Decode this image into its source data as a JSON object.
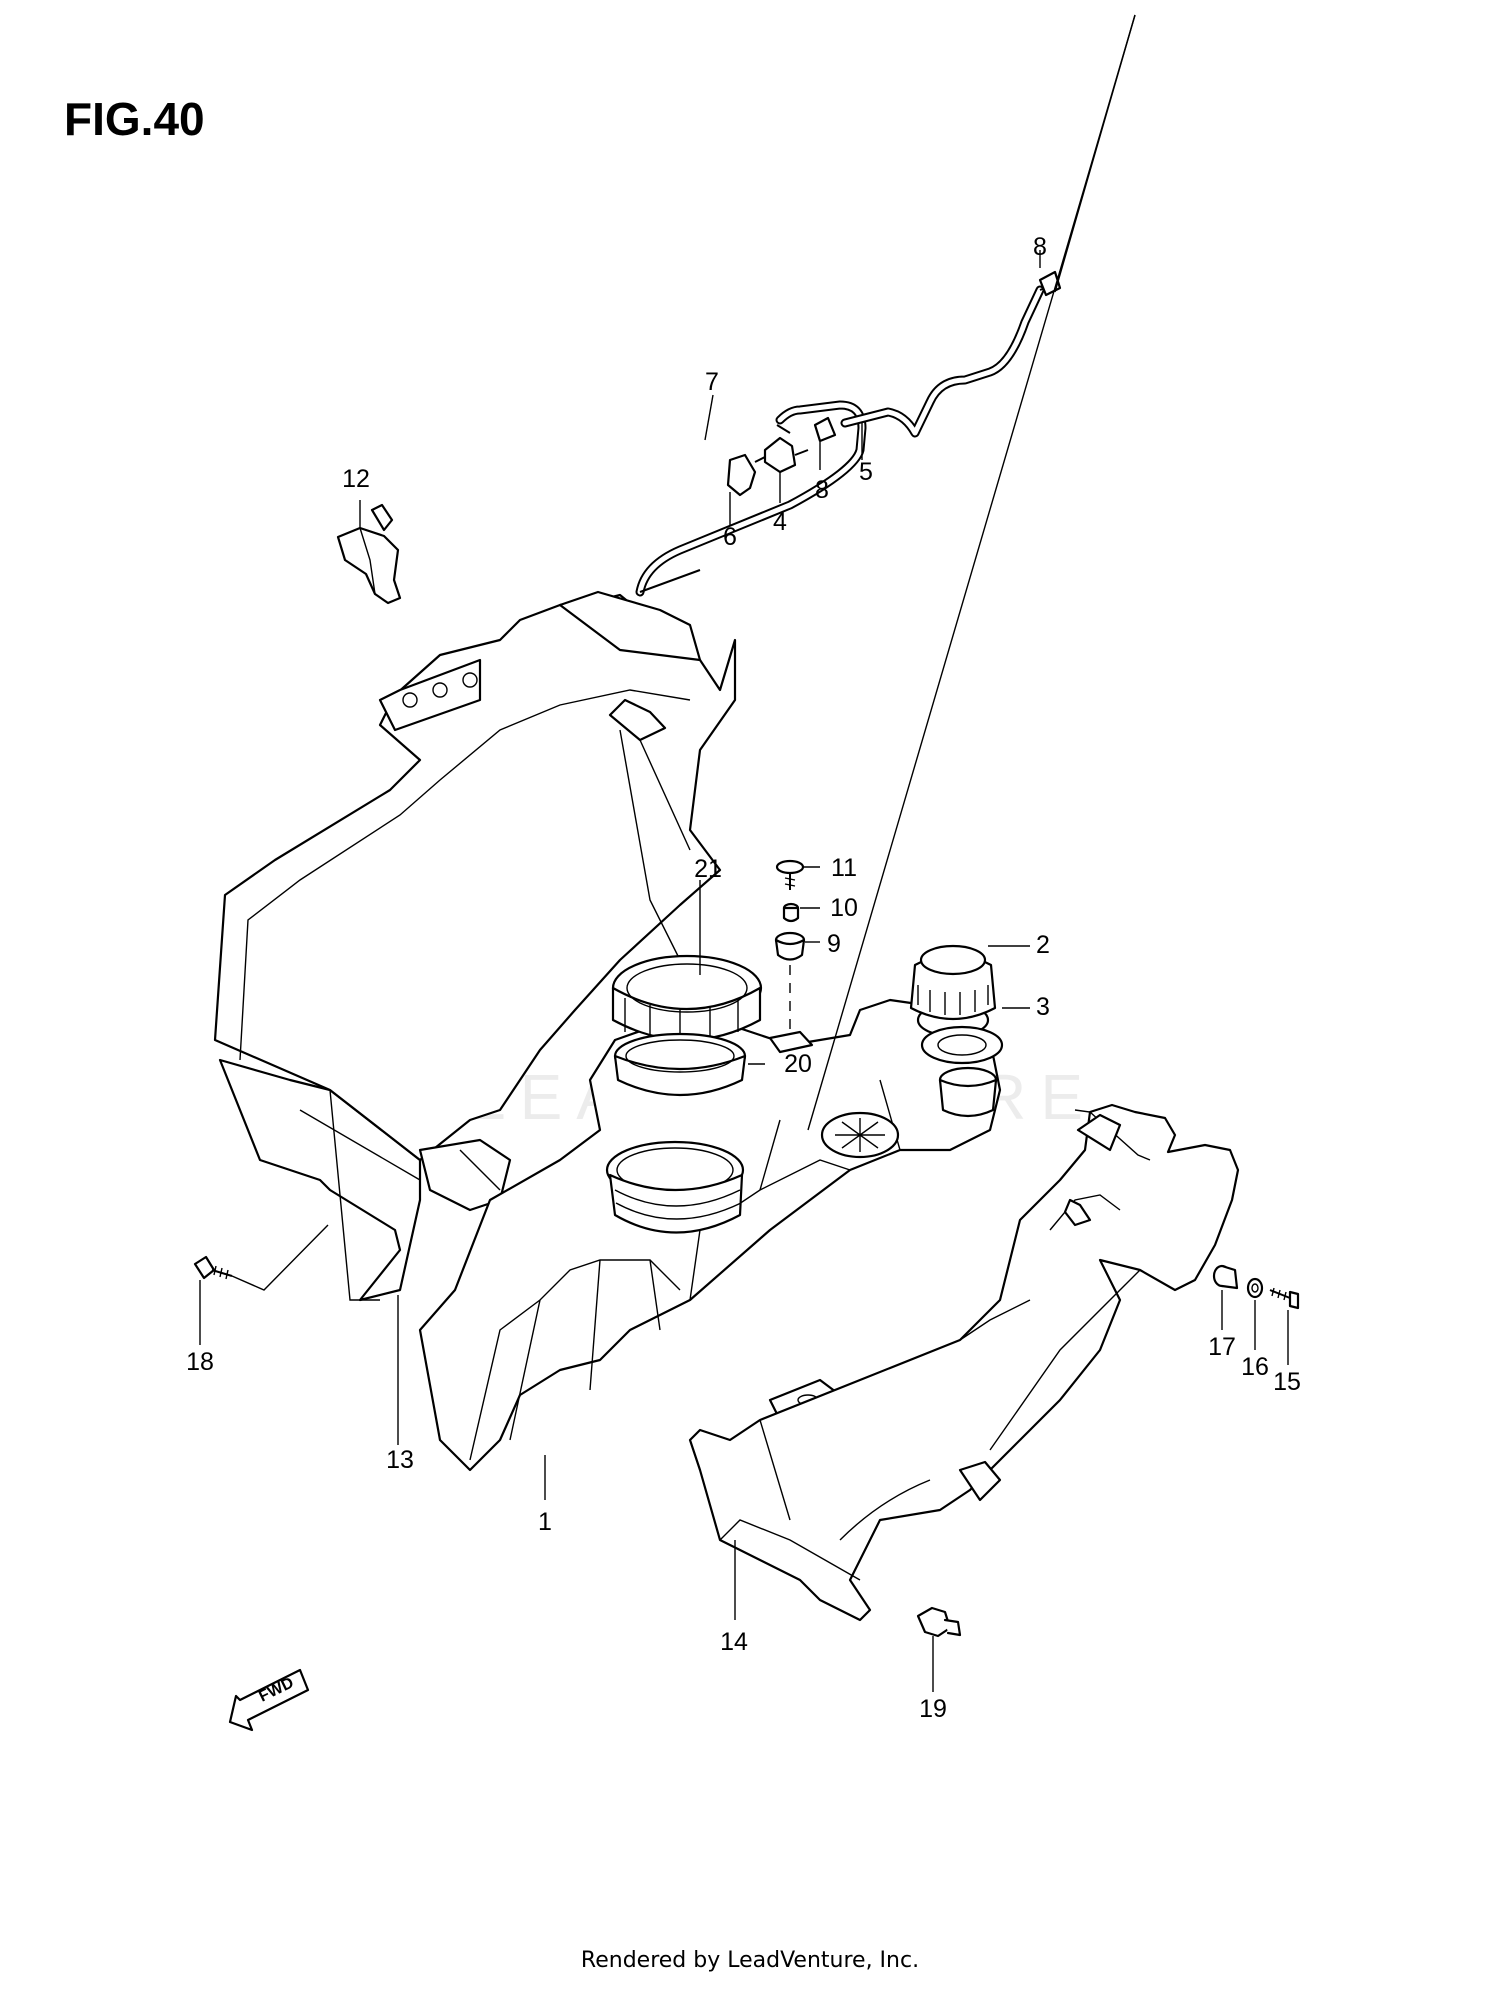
{
  "figure_title": "FIG.40",
  "watermark_text": "LEADVENTURE",
  "fwd_label": "FWD",
  "footer": "Rendered by LeadVenture, Inc.",
  "callouts": [
    "1",
    "2",
    "3",
    "4",
    "5",
    "6",
    "7",
    "8",
    "8",
    "9",
    "10",
    "11",
    "12",
    "13",
    "14",
    "15",
    "16",
    "17",
    "18",
    "19",
    "20",
    "21"
  ]
}
